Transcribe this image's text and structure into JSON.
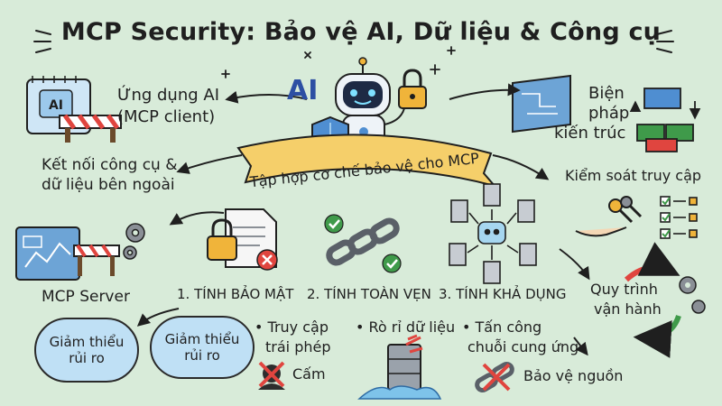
{
  "title": "MCP Security: Bảo vệ AI, Dữ liệu & Công cụ",
  "center": {
    "ai_label": "AI",
    "banner": "Tập hợp cơ chế bảo vệ cho MCP"
  },
  "left": {
    "app_line1": "Ứng dụng AI",
    "app_line2": "(MCP client)",
    "connect_line1": "Kết nối công cụ &",
    "connect_line2": "dữ liệu bên ngoài",
    "server": "MCP Server"
  },
  "right": {
    "arch_line1": "Biện",
    "arch_line2": "pháp",
    "arch_line3": "kiến trúc",
    "access": "Kiểm soát truy cập",
    "process_line1": "Quy trình",
    "process_line2": "vận hành"
  },
  "pillars": {
    "p1": "1. TÍNH BẢO MẬT",
    "p2": "2. TÍNH TOÀN VẸN",
    "p3": "3. TÍNH KHẢ DỤNG"
  },
  "bottom": {
    "bubble1_line1": "Giảm thiểu",
    "bubble1_line2": "rủi ro",
    "bubble2_line1": "Giảm thiểu",
    "bubble2_line2": "rủi ro",
    "unauth_line1": "• Truy cập",
    "unauth_line2": "trái phép",
    "forbid": "Cấm",
    "leak": "• Rò rỉ dữ liệu",
    "supply_line1": "• Tấn công",
    "supply_line2": "chuỗi cung ứng",
    "protect_source": "Bảo vệ nguồn"
  },
  "colors": {
    "background": "#d8ebd9",
    "banner": "#f5cf6a",
    "shield": "#4f8ed1",
    "lock": "#f0b43a",
    "bubble": "#bfe0f5",
    "alert_red": "#e0453f",
    "check_green": "#3f9a4a"
  }
}
